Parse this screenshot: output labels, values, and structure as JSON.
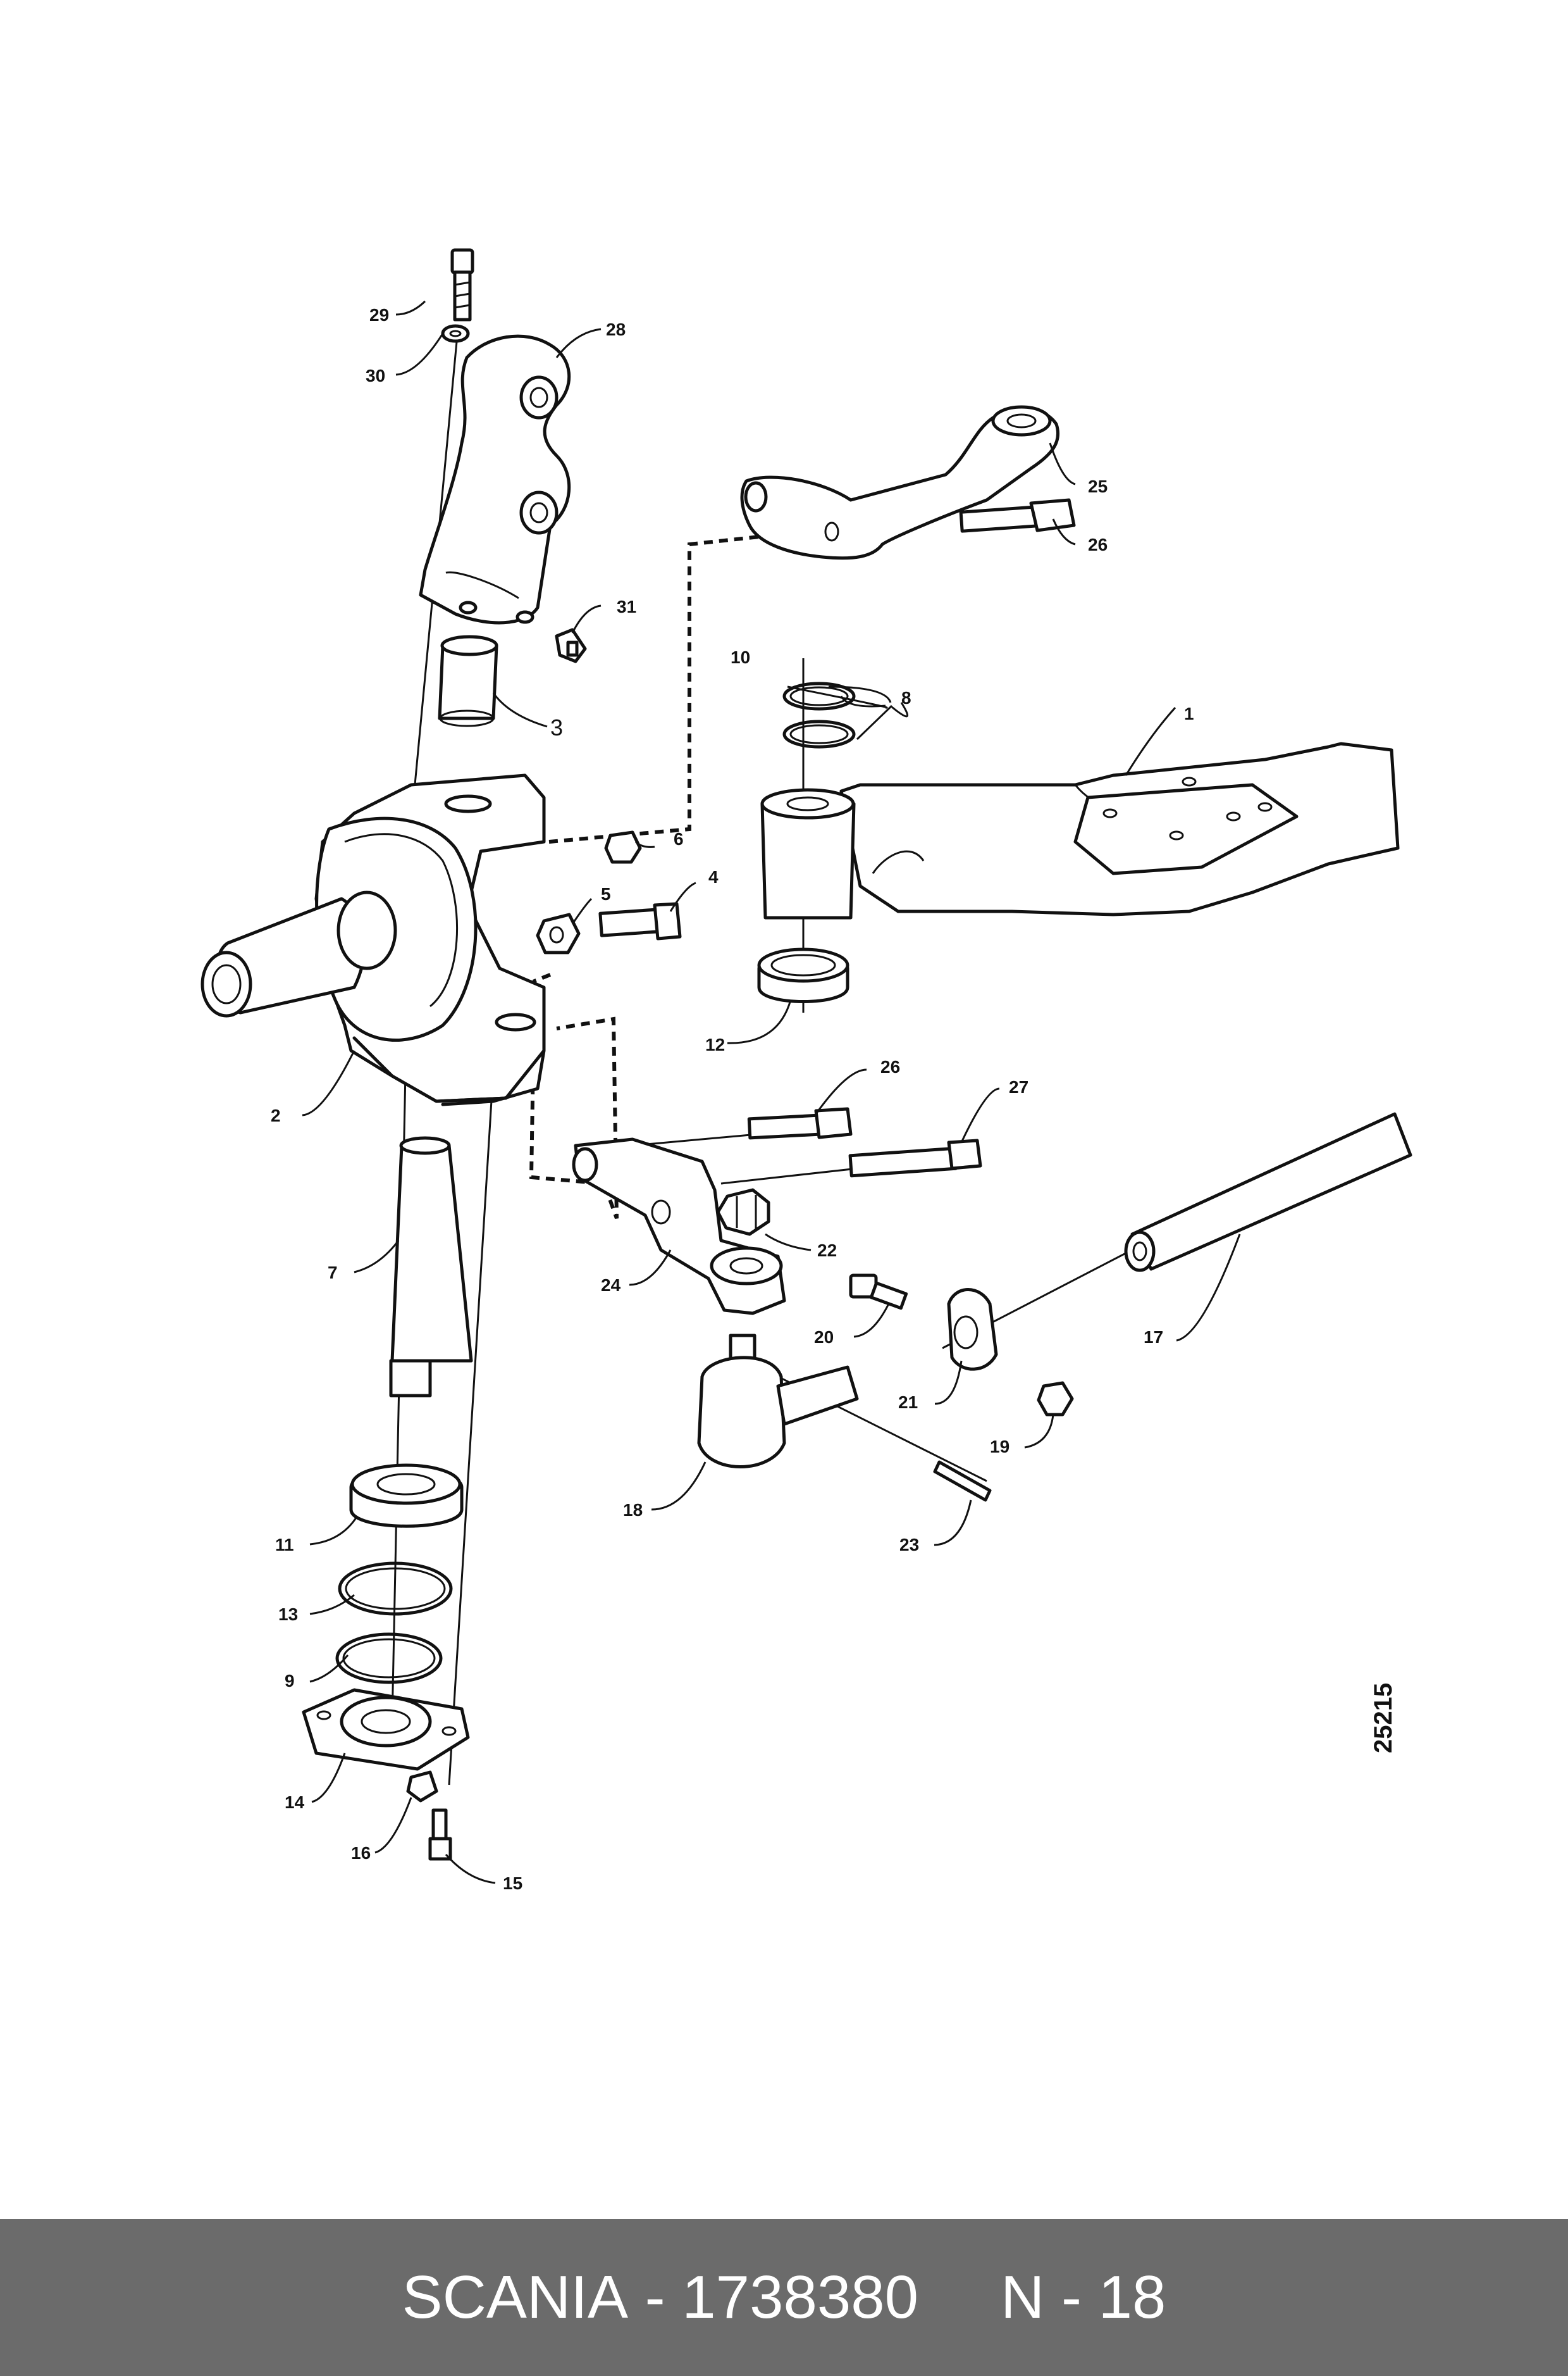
{
  "drawing_number": "25215",
  "footer": {
    "brand": "SCANIA",
    "separator": "-",
    "part_number": "1738380",
    "page_ref": "N - 18"
  },
  "callouts": {
    "c1": "1",
    "c2": "2",
    "c3": "3",
    "c4": "4",
    "c5": "5",
    "c6": "6",
    "c7": "7",
    "c8": "8",
    "c9": "9",
    "c10": "10",
    "c11": "11",
    "c12": "12",
    "c13": "13",
    "c14": "14",
    "c15": "15",
    "c16": "16",
    "c17": "17",
    "c18": "18",
    "c19": "19",
    "c20": "20",
    "c21": "21",
    "c22": "22",
    "c23": "23",
    "c24": "24",
    "c25": "25",
    "c26a": "26",
    "c26b": "26",
    "c27": "27",
    "c28": "28",
    "c29": "29",
    "c30": "30",
    "c31": "31"
  }
}
